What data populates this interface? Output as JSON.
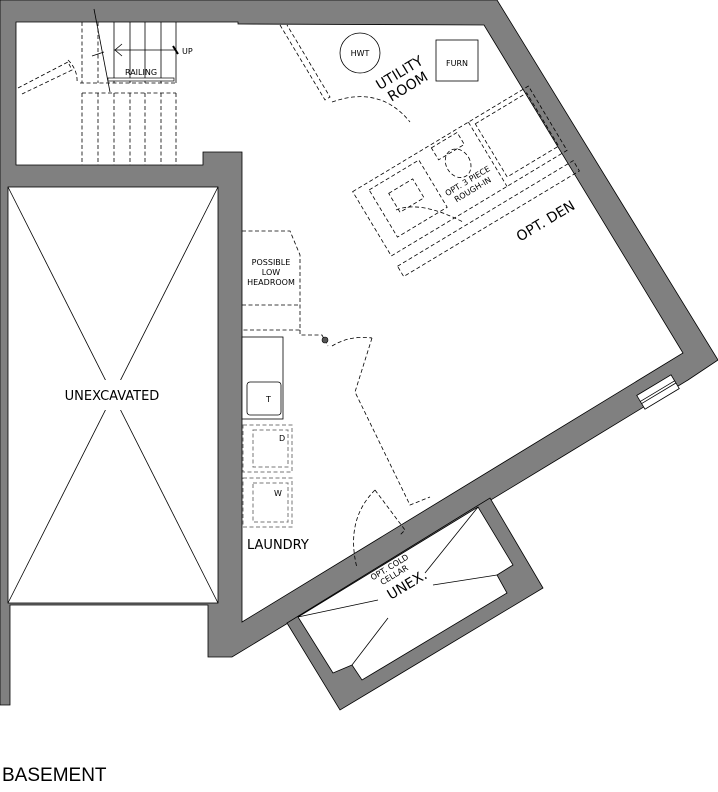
{
  "title": "BASEMENT",
  "colors": {
    "wall": "#808080",
    "line": "#000000",
    "fixture_dash": "#777777"
  },
  "rooms": {
    "unexcavated": "UNEXCAVATED",
    "utility_line1": "UTILITY",
    "utility_line2": "ROOM",
    "rough_in_line1": "OPT. 3 PIECE",
    "rough_in_line2": "ROUGH-IN",
    "den": "OPT. DEN",
    "headroom_line1": "POSSIBLE",
    "headroom_line2": "LOW",
    "headroom_line3": "HEADROOM",
    "laundry": "LAUNDRY",
    "cold_cellar_line1": "OPT. COLD",
    "cold_cellar_line2": "CELLAR",
    "cold_cellar_unex": "UNEX."
  },
  "stairs": {
    "up": "UP",
    "railing": "RAILING"
  },
  "fixtures": {
    "hwt": "HWT",
    "furnace": "FURN",
    "tub": "T",
    "dryer": "D",
    "washer": "W"
  }
}
